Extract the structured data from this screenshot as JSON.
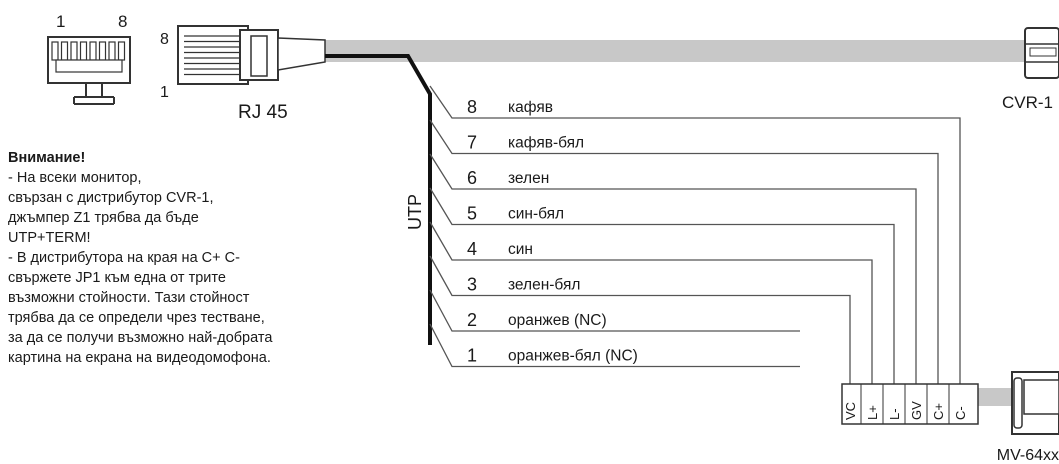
{
  "connector": {
    "pin_first": "1",
    "pin_last": "8",
    "pin_side_top": "8",
    "pin_side_bottom": "1",
    "label": "RJ 45"
  },
  "cable_label": "UTP",
  "distributor_label": "CVR-1",
  "monitor_label": "MV-64xx",
  "wires": [
    {
      "num": "8",
      "color": "кафяв"
    },
    {
      "num": "7",
      "color": "кафяв-бял"
    },
    {
      "num": "6",
      "color": "зелен"
    },
    {
      "num": "5",
      "color": "син-бял"
    },
    {
      "num": "4",
      "color": "син"
    },
    {
      "num": "3",
      "color": "зелен-бял"
    },
    {
      "num": "2",
      "color": "оранжев (NC)"
    },
    {
      "num": "1",
      "color": "оранжев-бял (NC)"
    }
  ],
  "terminals": [
    "VC",
    "L+",
    "L-",
    "GV",
    "C+",
    "C-"
  ],
  "note": {
    "title": "Внимание!",
    "lines": [
      "- На всеки монитор,",
      "свързан с дистрибутор CVR-1,",
      "джъмпер Z1 трябва да бъде",
      "UTP+TERM!",
      "- В дистрибутора на края на C+ C-",
      "свържете JP1 към една от трите",
      "възможни стойности. Тази стойност",
      "трябва да се определи чрез тестване,",
      "за да се получи възможно най-добрата",
      "картина на екрана на видеодомофона."
    ]
  }
}
